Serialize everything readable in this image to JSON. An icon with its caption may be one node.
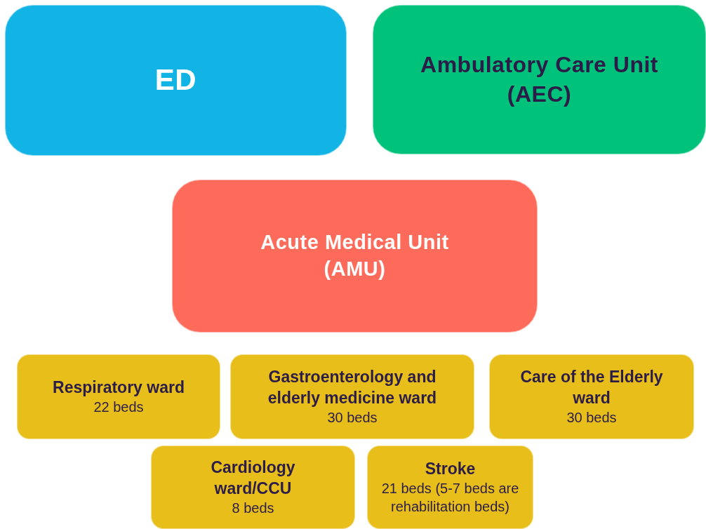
{
  "diagram": {
    "nodes": [
      {
        "text": [
          "ED"
        ]
      },
      {
        "text": [
          "Ambulatory Care Unit (AEC)"
        ]
      },
      {
        "text": [
          "Acute Medical Unit (AMU)"
        ]
      },
      {
        "text": [
          "Respiratory ward",
          "22 beds"
        ]
      },
      {
        "text": [
          "Gastroenterology and elderly medicine ward",
          "30 beds"
        ]
      },
      {
        "text": [
          "Care of the Elderly ward",
          "30 beds"
        ]
      },
      {
        "text": [
          "Cardiology ward/CCU",
          "8 beds"
        ]
      },
      {
        "text": [
          "Stroke",
          "21 beds (5-7 beds are rehabilitation beds)"
        ]
      }
    ],
    "edges": []
  }
}
